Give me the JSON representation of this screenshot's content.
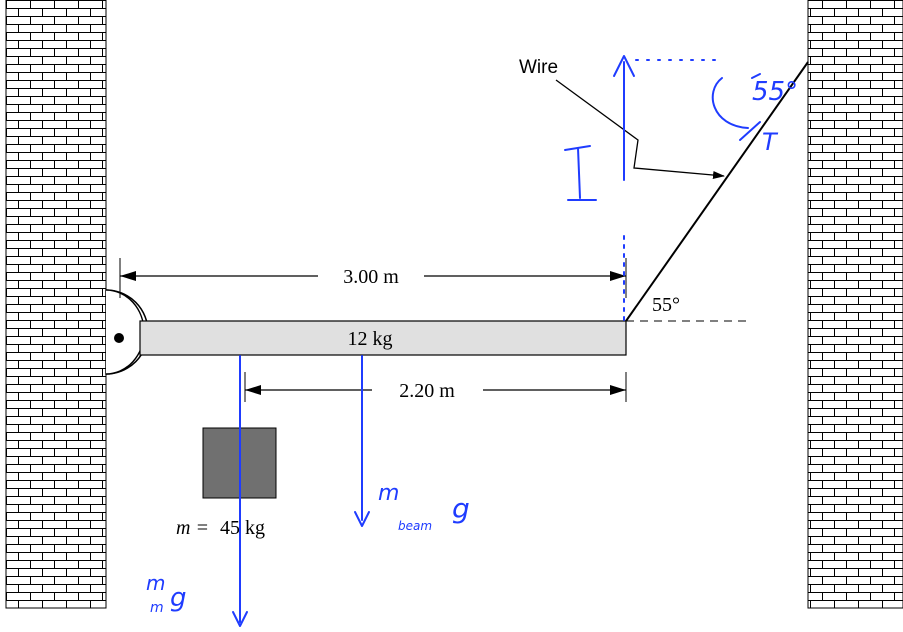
{
  "diagram": {
    "labels": {
      "wire": "Wire",
      "beam_mass": "12 kg",
      "dist_wire": "3.00 m",
      "dist_cm": "2.20 m",
      "angle": "55°",
      "block_mass_prefix": "m =",
      "block_mass_value": "45 kg"
    },
    "annotations": {
      "tension_vertical": "T",
      "tension_angled": "T",
      "angle_note": "55°",
      "m_beam_main": "m",
      "m_beam_sub": "beam",
      "m_beam_g": "g",
      "m_block_main": "m",
      "m_block_sub": "m",
      "m_block_g": "g"
    },
    "colors": {
      "ink": "#1f3cff",
      "beam_fill": "#e0e0e0",
      "block_fill": "#707070",
      "brick": "#000000"
    }
  }
}
